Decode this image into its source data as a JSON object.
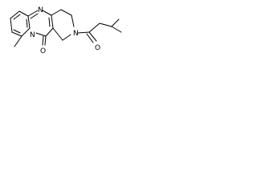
{
  "molecule": {
    "atoms": {
      "n_top": "N",
      "n_left": "N",
      "n_right": "N",
      "o_carbonyl_core": "O",
      "o_carbonyl_side": "O"
    }
  }
}
